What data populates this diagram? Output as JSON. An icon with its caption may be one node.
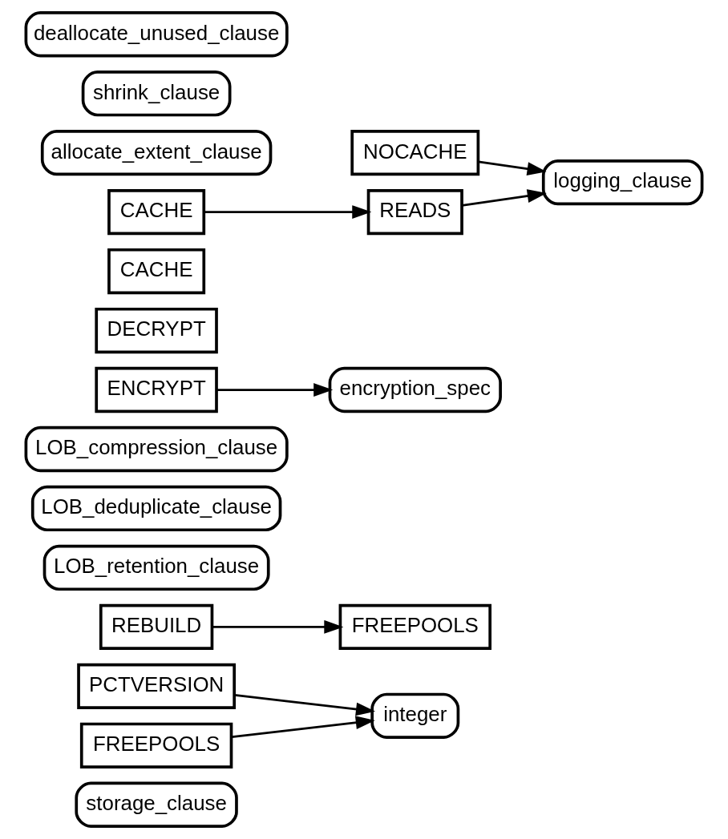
{
  "diagram": {
    "nodes": [
      {
        "text": [
          "storage_clause"
        ]
      },
      {
        "text": [
          "PCTVERSION"
        ]
      },
      {
        "text": [
          "FREEPOOLS"
        ]
      },
      {
        "text": [
          "integer"
        ]
      },
      {
        "text": [
          "REBUILD"
        ]
      },
      {
        "text": [
          "FREEPOOLS"
        ]
      },
      {
        "text": [
          "LOB_retention_clause"
        ]
      },
      {
        "text": [
          "LOB_deduplicate_clause"
        ]
      },
      {
        "text": [
          "LOB_compression_clause"
        ]
      },
      {
        "text": [
          "ENCRYPT"
        ]
      },
      {
        "text": [
          "encryption_spec"
        ]
      },
      {
        "text": [
          "DECRYPT"
        ]
      },
      {
        "text": [
          "CACHE"
        ]
      },
      {
        "text": [
          "NOCACHE"
        ]
      },
      {
        "text": [
          "CACHE"
        ]
      },
      {
        "text": [
          "READS"
        ]
      },
      {
        "text": [
          "logging_clause"
        ]
      },
      {
        "text": [
          "allocate_extent_clause"
        ]
      },
      {
        "text": [
          "shrink_clause"
        ]
      },
      {
        "text": [
          "deallocate_unused_clause"
        ]
      }
    ],
    "edges": [
      {
        "from": 1,
        "to": 3,
        "arrow": "to"
      },
      {
        "from": 2,
        "to": 3,
        "arrow": "to"
      },
      {
        "from": 4,
        "to": 5,
        "arrow": "to"
      },
      {
        "from": 9,
        "to": 10,
        "arrow": "to"
      },
      {
        "from": 14,
        "to": 15,
        "arrow": "to"
      },
      {
        "from": 13,
        "to": 16,
        "arrow": "to"
      },
      {
        "from": 15,
        "to": 16,
        "arrow": "to"
      }
    ]
  }
}
